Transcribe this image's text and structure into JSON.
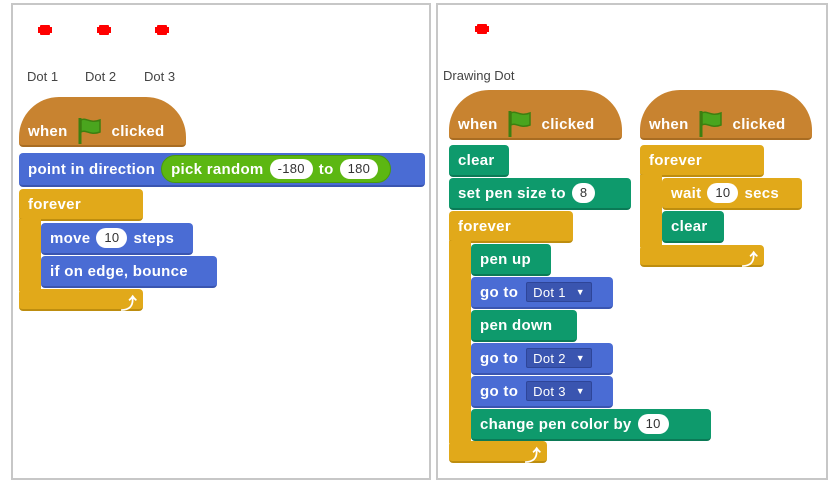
{
  "sprites": {
    "dot1": "Dot 1",
    "dot2": "Dot 2",
    "dot3": "Dot 3",
    "drawing_dot": "Drawing Dot"
  },
  "left_script": {
    "hat_when": "when",
    "hat_clicked": "clicked",
    "point_label": "point in direction",
    "pick_random": "pick random",
    "random_min": "-180",
    "random_to": "to",
    "random_max": "180",
    "forever": "forever",
    "move_label": "move",
    "move_steps": "10",
    "steps_label": "steps",
    "bounce": "if on edge, bounce"
  },
  "right_script_a": {
    "hat_when": "when",
    "hat_clicked": "clicked",
    "clear": "clear",
    "set_pen_size": "set pen size to",
    "pen_size": "8",
    "forever": "forever",
    "pen_up": "pen up",
    "go_to_1": "go to",
    "target_1": "Dot 1",
    "pen_down": "pen down",
    "go_to_2": "go to",
    "target_2": "Dot 2",
    "go_to_3": "go to",
    "target_3": "Dot 3",
    "change_pen_color": "change pen color by",
    "color_change": "10"
  },
  "right_script_b": {
    "hat_when": "when",
    "hat_clicked": "clicked",
    "forever": "forever",
    "wait": "wait",
    "wait_secs": "10",
    "secs": "secs",
    "clear": "clear"
  },
  "colors": {
    "events": "#c88330",
    "motion": "#4a6cd4",
    "control": "#e1a91a",
    "pen": "#0e9a6c",
    "operator": "#5cb712",
    "sprite": "#ff0000"
  },
  "icons": {
    "green_flag": "green-flag-icon",
    "loop_arrow": "loop-arrow-icon",
    "dropdown": "triangle-down-icon"
  }
}
